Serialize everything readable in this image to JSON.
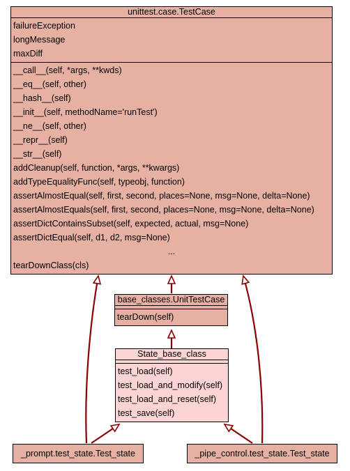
{
  "colors": {
    "node_dark": "#e6b0a3",
    "node_light": "#fcd4d4",
    "edge": "#8b0000"
  },
  "testcase": {
    "title": "unittest.case.TestCase",
    "attributes": [
      "failureException",
      "longMessage",
      "maxDiff"
    ],
    "methods": [
      "__call__(self, *args, **kwds)",
      "__eq__(self, other)",
      "__hash__(self)",
      "__init__(self, methodName='runTest')",
      "__ne__(self, other)",
      "__repr__(self)",
      "__str__(self)",
      "addCleanup(self, function, *args, **kwargs)",
      "addTypeEqualityFunc(self, typeobj, function)",
      "assertAlmostEqual(self, first, second, places=None, msg=None, delta=None)",
      "assertAlmostEquals(self, first, second, places=None, msg=None, delta=None)",
      "assertDictContainsSubset(self, expected, actual, msg=None)",
      "assertDictEqual(self, d1, d2, msg=None)"
    ],
    "ellipsis": "...",
    "last_method": "tearDownClass(cls)"
  },
  "unittestcase": {
    "title": "base_classes.UnitTestCase",
    "methods": [
      "tearDown(self)"
    ]
  },
  "state_base": {
    "title": "State_base_class",
    "methods": [
      "test_load(self)",
      "test_load_and_modify(self)",
      "test_load_and_reset(self)",
      "test_save(self)"
    ]
  },
  "prompt_state": {
    "title": "_prompt.test_state.Test_state"
  },
  "pipe_state": {
    "title": "_pipe_control.test_state.Test_state"
  }
}
